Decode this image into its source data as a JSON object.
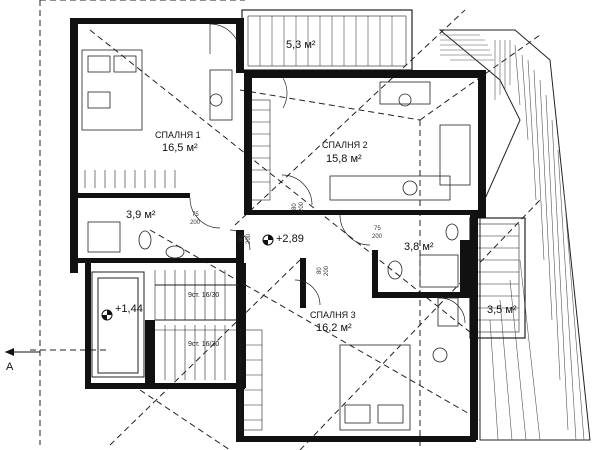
{
  "rooms": {
    "bedroom1": {
      "name": "СПАЛНЯ 1",
      "area": "16,5 м²"
    },
    "bedroom2": {
      "name": "СПАЛНЯ 2",
      "area": "15,8 м²"
    },
    "bedroom3": {
      "name": "СПАЛНЯ 3",
      "area": "16,2 м²"
    },
    "bath1": {
      "area": "3,9 м²"
    },
    "bath2": {
      "area": "3,8 м²"
    },
    "balcony_top": {
      "area": "5,3 м²"
    },
    "balcony_right": {
      "area": "3,5 м²"
    }
  },
  "doors": {
    "d1": {
      "w": "75",
      "h": "200"
    },
    "d2": {
      "w": "80",
      "h": "200"
    },
    "d3": {
      "w": "75",
      "h": "200"
    },
    "d4": {
      "w": "80",
      "h": "200"
    },
    "d5": {
      "w": "80",
      "h": "200"
    }
  },
  "levels": {
    "upper": "+2,89",
    "landing": "+1,44"
  },
  "stairs": {
    "upper": "9ст. 16/30",
    "lower": "9ст. 16/30"
  },
  "section_marker": "A"
}
